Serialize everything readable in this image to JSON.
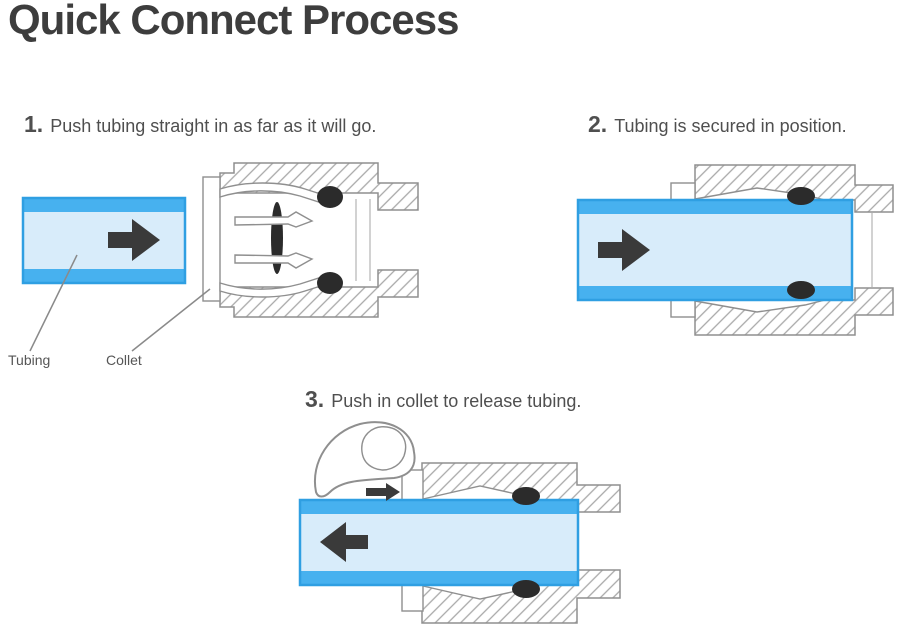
{
  "title": "Quick Connect Process",
  "steps": [
    {
      "number": "1.",
      "text": "Push tubing straight in as far as it will go."
    },
    {
      "number": "2.",
      "text": "Tubing is secured in position."
    },
    {
      "number": "3.",
      "text": "Push in collet to release tubing."
    }
  ],
  "annotations": {
    "tubing_label": "Tubing",
    "collet_label": "Collet"
  },
  "icons": {
    "step1_tube_arrow": "arrow-right-icon",
    "step2_tube_arrow": "arrow-right-icon",
    "step3_tube_arrow": "arrow-left-icon",
    "step3_push_arrow": "small-arrow-right-icon",
    "step3_finger": "finger-press-icon",
    "seals": "o-ring-icon"
  },
  "colors": {
    "background": "#ffffff",
    "title_text": "#3d3d3d",
    "step_text": "#4f4f4f",
    "label_text": "#565656",
    "tube_fill": "#d8ecfa",
    "tube_band": "#47b1ef",
    "tube_border": "#2f9fe2",
    "arrow": "#3a3a3a",
    "oring": "#2b2b2b",
    "outline": "#8f8f8f",
    "hatch_line": "#a8a8a8"
  }
}
